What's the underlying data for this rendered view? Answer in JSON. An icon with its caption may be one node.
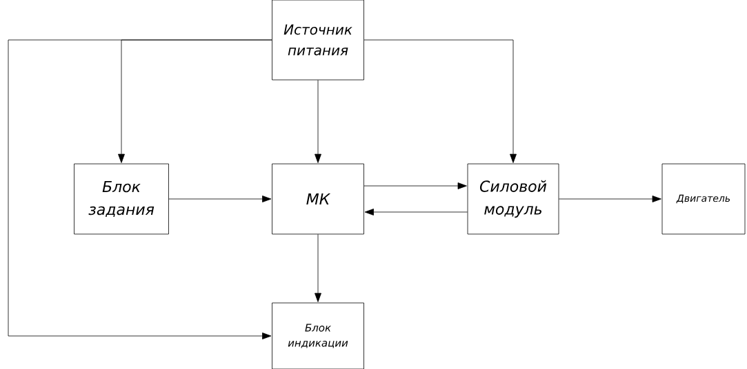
{
  "diagram": {
    "nodes": [
      {
        "text": [
          "Источник питания"
        ]
      },
      {
        "text": [
          "Блок задания"
        ]
      },
      {
        "text": [
          "МК"
        ]
      },
      {
        "text": [
          "Силовой модуль"
        ]
      },
      {
        "text": [
          "Двигатель"
        ]
      },
      {
        "text": [
          "Блок индикации"
        ]
      }
    ],
    "edges": [
      {
        "from": 0,
        "to": 1,
        "arrow": "to"
      },
      {
        "from": 0,
        "to": 5,
        "arrow": "to"
      },
      {
        "from": 0,
        "to": 2,
        "arrow": "to"
      },
      {
        "from": 0,
        "to": 3,
        "arrow": "to"
      },
      {
        "from": 1,
        "to": 2,
        "arrow": "to"
      },
      {
        "from": 2,
        "to": 3,
        "arrow": "to"
      },
      {
        "from": 3,
        "to": 2,
        "arrow": "to"
      },
      {
        "from": 3,
        "to": 4,
        "arrow": "to"
      },
      {
        "from": 2,
        "to": 5,
        "arrow": "to"
      }
    ]
  }
}
